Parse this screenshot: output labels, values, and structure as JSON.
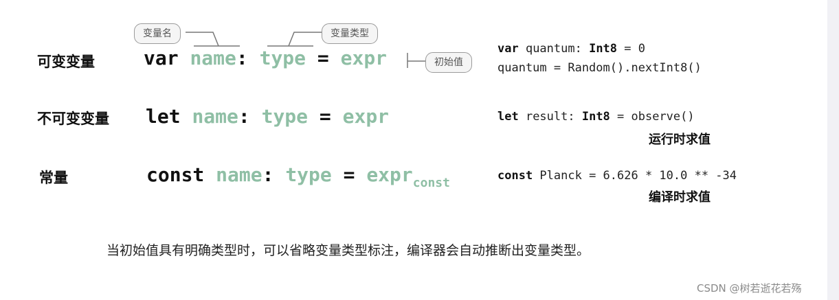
{
  "rows": [
    {
      "label": "可变变量",
      "keyword": "var",
      "name": "name",
      "colon": ":",
      "type": "type",
      "eq": "=",
      "expr": "expr",
      "example_kw": "var",
      "example_line1_mid": " quantum: ",
      "example_type": "Int8",
      "example_line1_end": " = 0",
      "example_line2": "quantum = Random().nextInt8()"
    },
    {
      "label": "不可变变量",
      "keyword": "let",
      "name": "name",
      "colon": ":",
      "type": "type",
      "eq": "=",
      "expr": "expr",
      "example_kw": "let",
      "example_mid": " result: ",
      "example_type": "Int8",
      "example_end": " = observe()",
      "note": "运行时求值"
    },
    {
      "label": "常量",
      "keyword": "const",
      "name": "name",
      "colon": ":",
      "type": "type",
      "eq": "=",
      "expr": "expr",
      "expr_sub": "const",
      "example_kw": "const",
      "example_rest": " Planck = 6.626 * 10.0 ** -34",
      "note": "编译时求值"
    }
  ],
  "callouts": {
    "name": "变量名",
    "type": "变量类型",
    "init": "初始值"
  },
  "caption": "当初始值具有明确类型时，可以省略变量类型标注，编译器会自动推断出变量类型。",
  "watermark": "CSDN @树若逝花若殇"
}
